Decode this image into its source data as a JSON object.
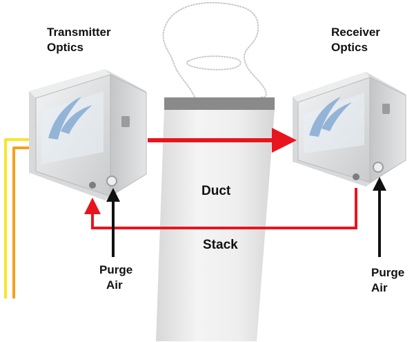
{
  "transmitter": {
    "line1": "Transmitter",
    "line2": "Optics"
  },
  "receiver": {
    "line1": "Receiver",
    "line2": "Optics"
  },
  "duct_label": "Duct",
  "stack_label": "Stack",
  "purge_left": {
    "line1": "Purge",
    "line2": "Air"
  },
  "purge_right": {
    "line1": "Purge",
    "line2": "Air"
  },
  "colors": {
    "beam": "#e8141e",
    "cable_yellow": "#f7e627",
    "cable_orange": "#f2a21b",
    "stack_fill": "#ececec",
    "stack_cap": "#8a8a8a",
    "enclosure": "#dcdedf"
  }
}
